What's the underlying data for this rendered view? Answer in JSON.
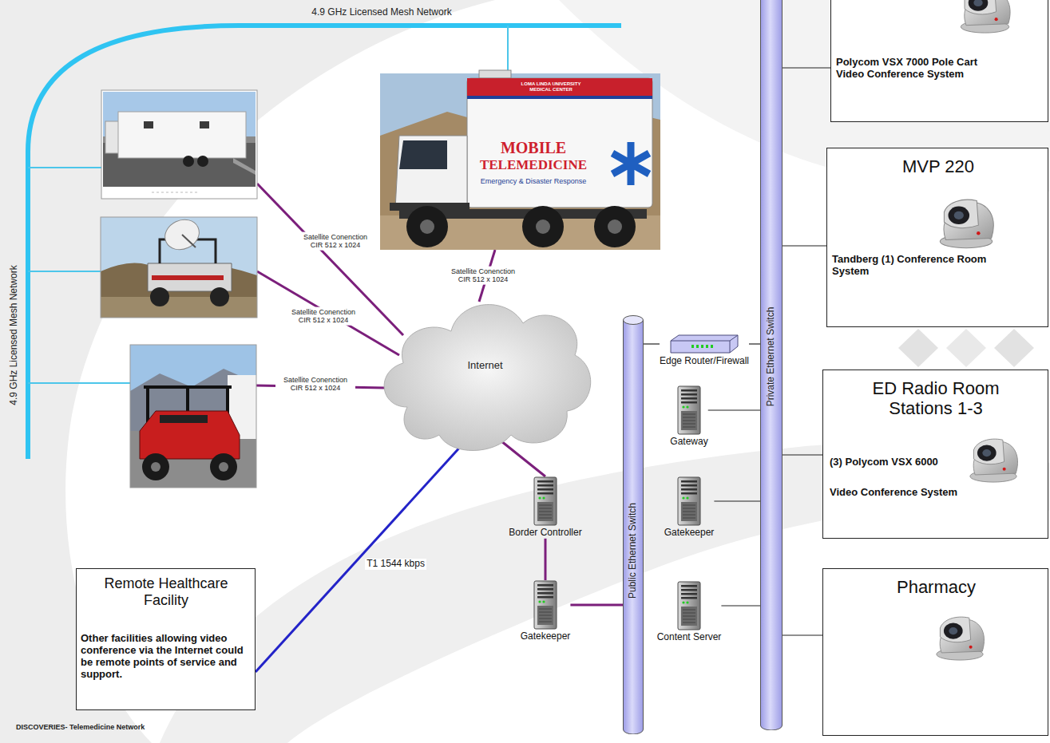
{
  "diagram": {
    "nodes": [
      {
        "text": [
          "Internet"
        ]
      },
      {
        "text": [
          "Remote Healthcare Facility",
          "Other facilities allowing video conference via the Internet could be remote points of service and support."
        ]
      },
      {
        "text": [
          "Border Controller"
        ]
      },
      {
        "text": [
          "Gatekeeper"
        ]
      },
      {
        "text": [
          "Public Ethernet Switch"
        ]
      },
      {
        "text": [
          "Edge Router/Firewall"
        ]
      },
      {
        "text": [
          "Gateway"
        ]
      },
      {
        "text": [
          "Gatekeeper"
        ]
      },
      {
        "text": [
          "Content Server"
        ]
      },
      {
        "text": [
          "Private Ethernet Switch"
        ]
      },
      {
        "text": [
          "Polycom VSX 7000 Pole Cart Video Conference System"
        ]
      },
      {
        "text": [
          "MVP 220",
          "Tandberg (1) Conference Room System"
        ]
      },
      {
        "text": [
          "ED Radio Room Stations 1-3",
          "(3) Polycom VSX 6000",
          "Video Conference System"
        ]
      },
      {
        "text": [
          "Pharmacy"
        ]
      }
    ],
    "edges": [
      {
        "from": 1,
        "to": 0,
        "label": "T1 1544 kbps",
        "arrow": "none"
      },
      {
        "from": 0,
        "to": 2,
        "arrow": "none"
      },
      {
        "from": 2,
        "to": 3,
        "arrow": "none"
      },
      {
        "from": 3,
        "to": 4,
        "arrow": "none"
      },
      {
        "from": 4,
        "to": 5,
        "arrow": "none"
      },
      {
        "from": 5,
        "to": 9,
        "arrow": "none"
      },
      {
        "from": 6,
        "to": 9,
        "arrow": "none"
      },
      {
        "from": 7,
        "to": 9,
        "arrow": "none"
      },
      {
        "from": 8,
        "to": 9,
        "arrow": "none"
      },
      {
        "from": 9,
        "to": 10,
        "arrow": "none"
      },
      {
        "from": 9,
        "to": 11,
        "arrow": "none"
      },
      {
        "from": 9,
        "to": 12,
        "arrow": "none"
      },
      {
        "from": 9,
        "to": 13,
        "arrow": "none"
      }
    ],
    "labels": [
      "4.9 GHz Licensed Mesh Network",
      "4.9 GHz Licensed Mesh Network",
      "Satellite Conenction CIR 512 x 1024",
      "Satellite Conenction CIR 512 x 1024",
      "Satellite Conenction CIR 512 x 1024",
      "Satellite Conenction CIR 512 x 1024",
      "LOMA LINDA UNIVERSITY MEDICAL CENTER",
      "MOBILE",
      "TELEMEDICINE",
      "Emergency & Disaster Response",
      "DISCOVERIES- Telemedicine Network"
    ]
  }
}
